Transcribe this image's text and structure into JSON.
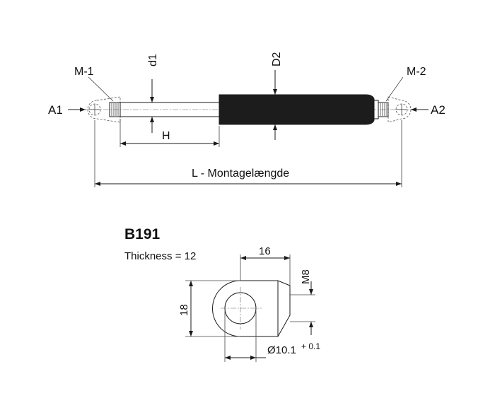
{
  "gas_spring": {
    "labels": {
      "end_a1": "A1",
      "end_a2": "A2",
      "thread_m1": "M-1",
      "thread_m2": "M-2",
      "rod_diameter": "d1",
      "tube_diameter": "D2",
      "stroke": "H",
      "mount_length": "L - Montagelængde"
    }
  },
  "fitting": {
    "code": "B191",
    "thickness": "Thickness = 12",
    "dim_length": "16",
    "dim_height": "18",
    "dim_thread": "M8",
    "dim_hole": "Ø10.1",
    "dim_hole_tolerance": "+ 0.1"
  },
  "colors": {
    "tube": "#1c1c1c",
    "line": "#1a1a1a"
  }
}
